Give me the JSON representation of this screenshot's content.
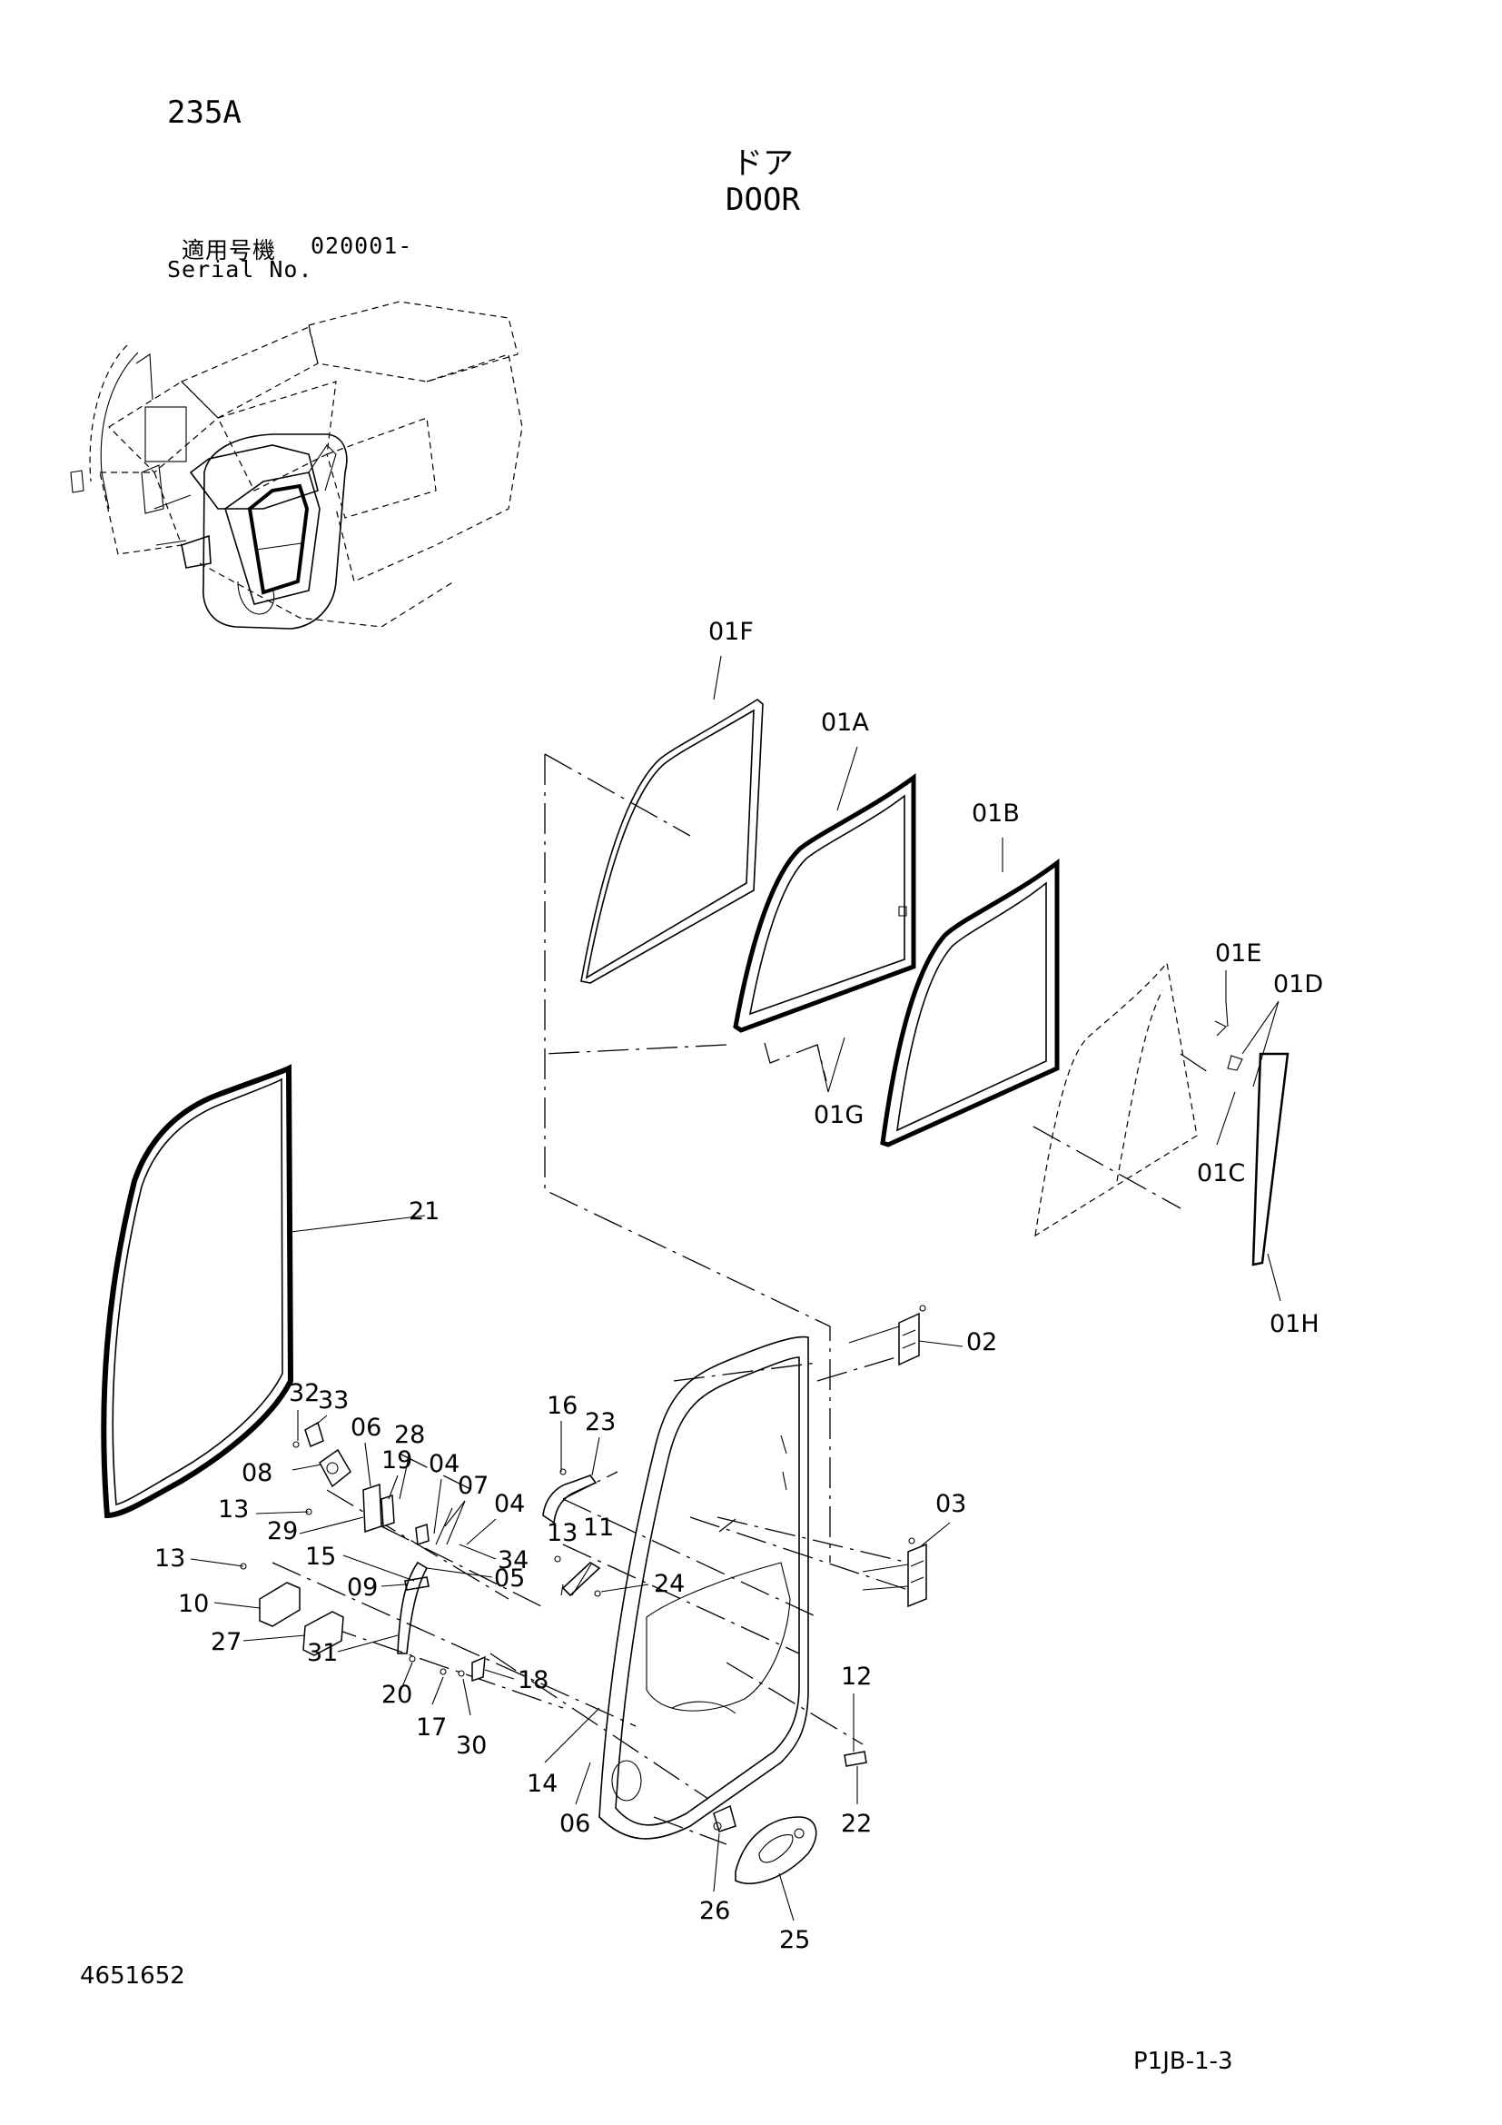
{
  "header": {
    "section_code": "235A",
    "title_jp": "ドア",
    "title_en": "DOOR",
    "serial_label_jp": "適用号機",
    "serial_value": "020001-",
    "serial_label_en": "Serial No."
  },
  "footer": {
    "left_code": "4651652",
    "page_ref": "P1JB-1-3"
  },
  "callouts": {
    "c01F": "01F",
    "c01A": "01A",
    "c01B": "01B",
    "c01E": "01E",
    "c01D": "01D",
    "c01G": "01G",
    "c01C": "01C",
    "c01H": "01H",
    "c21": "21",
    "c02": "02",
    "c03": "03",
    "c32": "32",
    "c33": "33",
    "c06a": "06",
    "c28": "28",
    "c19": "19",
    "c04a": "04",
    "c07": "07",
    "c04b": "04",
    "c08": "08",
    "c13a": "13",
    "c29": "29",
    "c34": "34",
    "c16": "16",
    "c23": "23",
    "c13b": "13",
    "c11": "11",
    "c24": "24",
    "c15": "15",
    "c05": "05",
    "c13c": "13",
    "c10": "10",
    "c09": "09",
    "c27": "27",
    "c31": "31",
    "c18": "18",
    "c20": "20",
    "c17": "17",
    "c30": "30",
    "c14": "14",
    "c06b": "06",
    "c12": "12",
    "c22": "22",
    "c26": "26",
    "c25": "25"
  }
}
